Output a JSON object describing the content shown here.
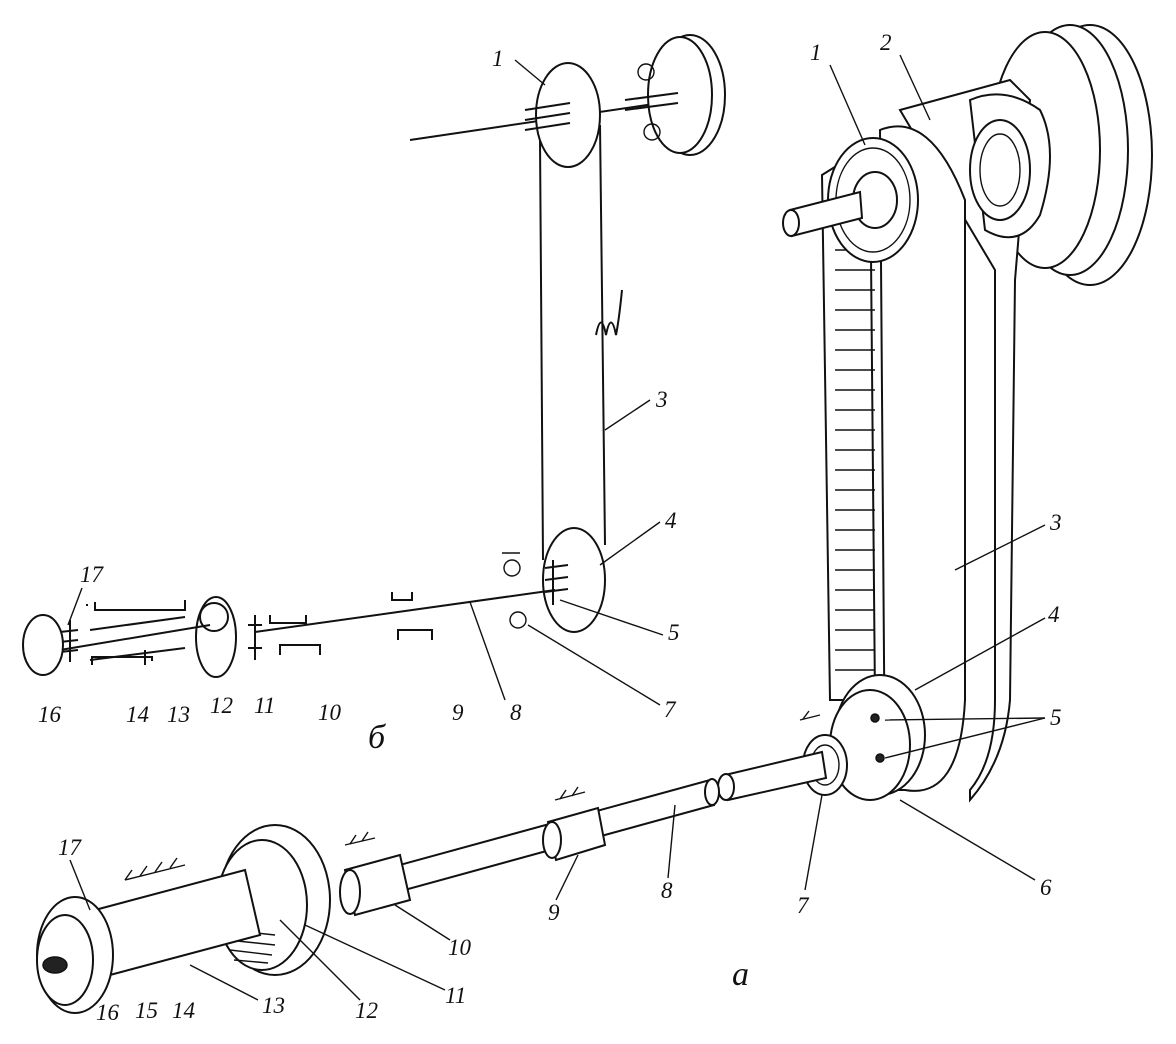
{
  "scheme_b": {
    "caption": "б",
    "labels": [
      "1",
      "3",
      "4",
      "5",
      "7",
      "8",
      "9",
      "10",
      "11",
      "12",
      "13",
      "14",
      "16",
      "17"
    ]
  },
  "view_a": {
    "caption": "а",
    "labels": [
      "1",
      "2",
      "3",
      "4",
      "5",
      "6",
      "7",
      "8",
      "9",
      "10",
      "11",
      "12",
      "13",
      "14",
      "15",
      "16",
      "17"
    ]
  }
}
